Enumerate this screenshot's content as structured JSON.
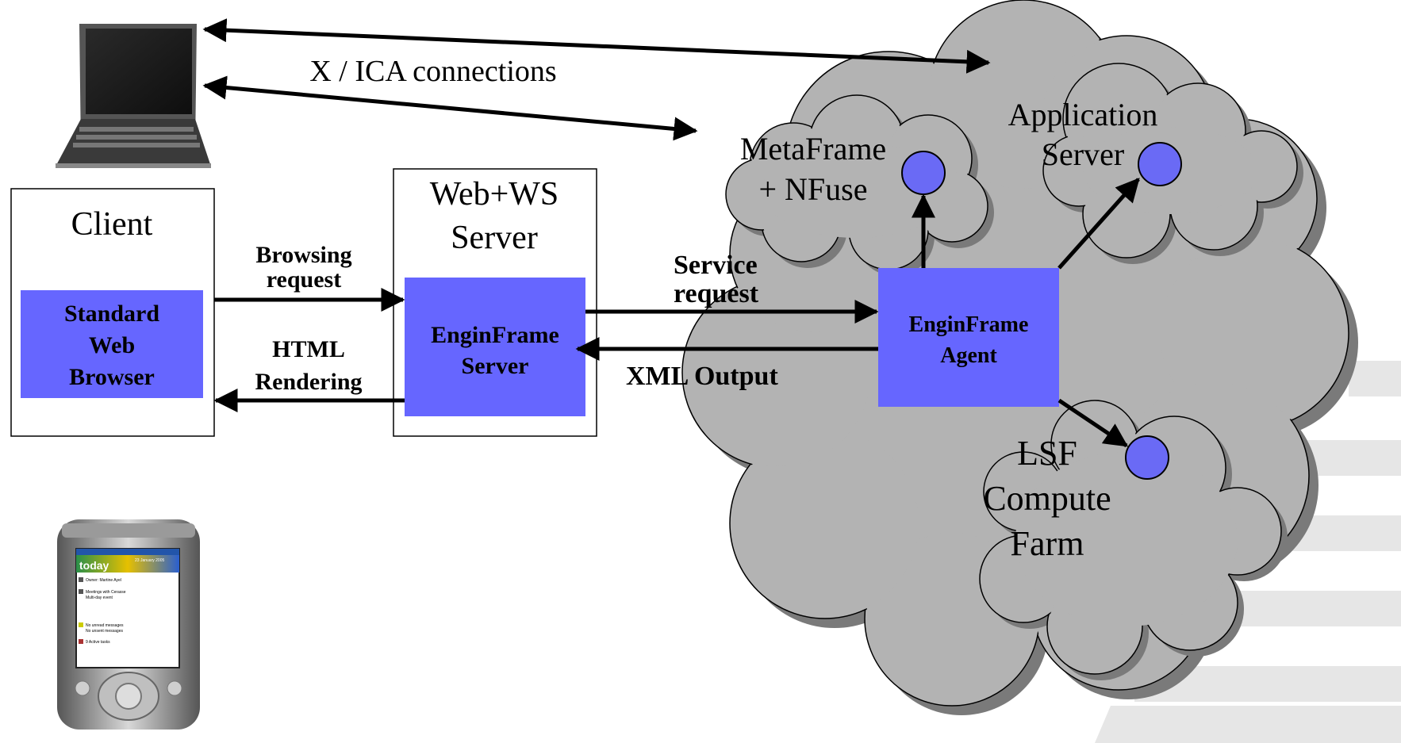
{
  "connections_label": "X / ICA connections",
  "client": {
    "title": "Client",
    "browser_lines": [
      "Standard",
      "Web",
      "Browser"
    ]
  },
  "web_server": {
    "title_lines": [
      "Web+WS",
      "Server"
    ],
    "box_lines": [
      "EnginFrame",
      "Server"
    ]
  },
  "browsing_request_lines": [
    "Browsing",
    "request"
  ],
  "html_rendering_lines": [
    "HTML",
    "Rendering"
  ],
  "service_request_lines": [
    "Service",
    "request"
  ],
  "xml_output": "XML Output",
  "agent_lines": [
    "EnginFrame",
    "Agent"
  ],
  "metaframe_lines": [
    "MetaFrame",
    "+ NFuse"
  ],
  "app_server_lines": [
    "Application",
    "Server"
  ],
  "lsf_lines": [
    "LSF",
    "Compute",
    "Farm"
  ],
  "handheld_screen": {
    "date": "23 January 2005",
    "today": "today",
    "items": [
      "Owner: Martine Ayel",
      "Meetings with Cerasse",
      "Multi-day event",
      "No unread messages",
      "No unsent messages",
      "9 Active tasks"
    ]
  },
  "colors": {
    "box_fill": "#6666ff",
    "cloud_fill": "#b3b3b3",
    "cloud_shadow": "#7a7a7a",
    "node_fill": "#6a6af5"
  }
}
